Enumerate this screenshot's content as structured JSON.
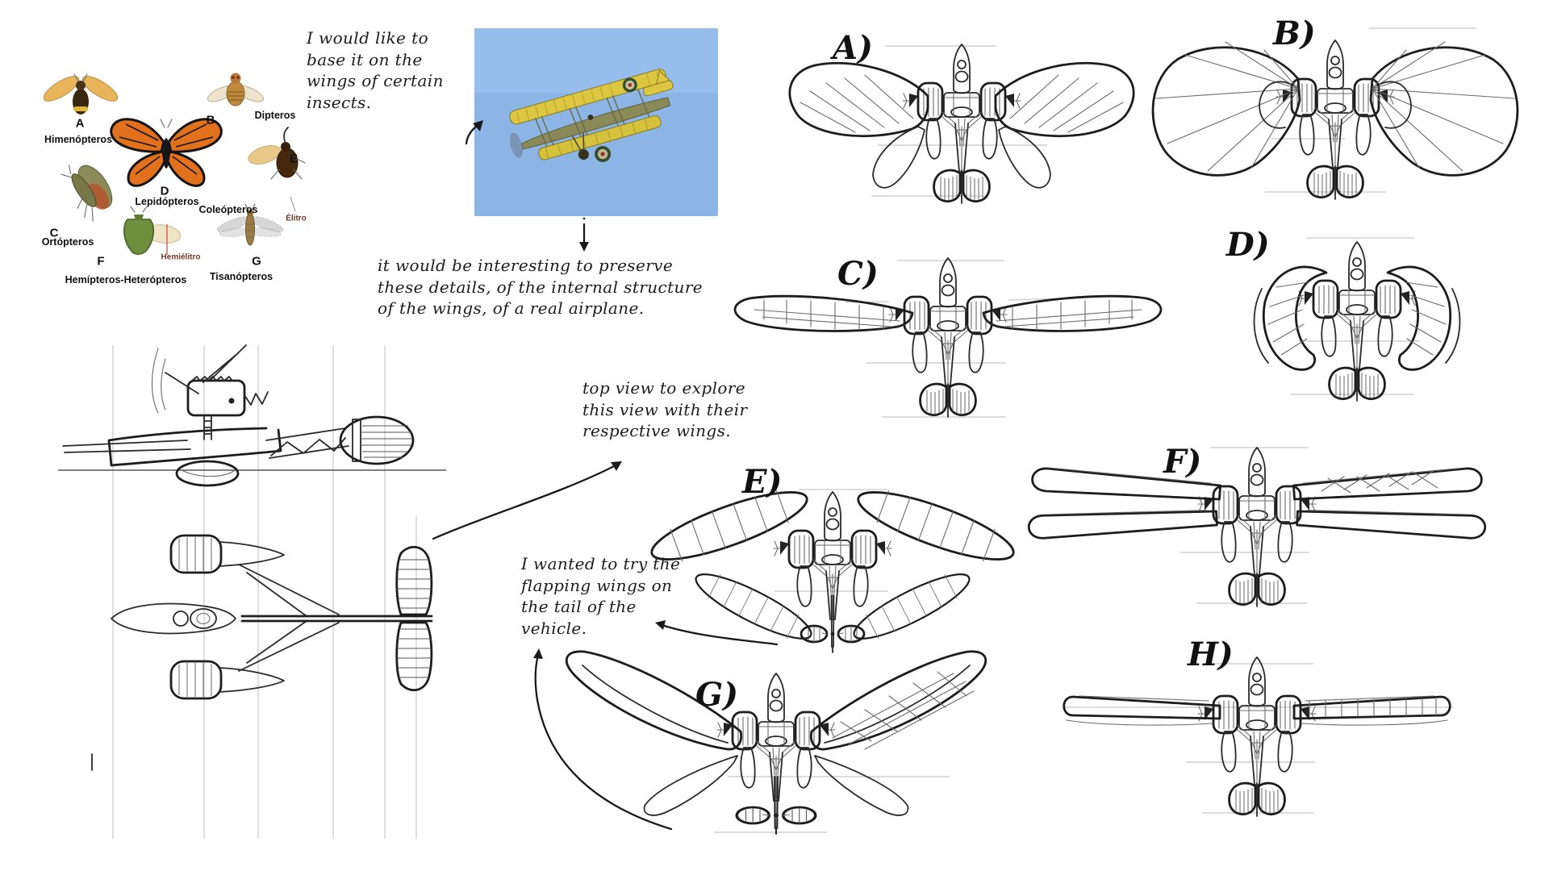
{
  "panel": {
    "background": "#ffffff",
    "border_color": "#c9c9c9"
  },
  "insect_chart": {
    "insects": [
      {
        "letter": "A",
        "name": "Himenópteros"
      },
      {
        "letter": "B",
        "name": "Dipteros"
      },
      {
        "letter": "C",
        "name": "Ortópteros"
      },
      {
        "letter": "D",
        "name": "Lepidópteros"
      },
      {
        "letter": "E",
        "name": "Coleópteros"
      },
      {
        "letter": "F",
        "name": "Hemípteros-Heterópteros"
      },
      {
        "letter": "G",
        "name": "Tisanópteros"
      }
    ],
    "detail_labels": [
      {
        "text": "Élitro"
      },
      {
        "text": "Hemiélitro"
      }
    ]
  },
  "annotations": {
    "insects_note": "I would like to\nbase it on the\nwings of certain\ninsects.",
    "airplane_note": "it would be interesting to preserve\nthese details, of the internal structure\nof the wings, of a real airplane.",
    "topview_note": "top view to explore\nthis view with their\nrespective wings.",
    "flapping_note": "I wanted to try the\nflapping wings on\nthe tail of the\nvehicle."
  },
  "photo": {
    "subject": "yellow biplane flying in a blue sky",
    "sky_color": "#8cb5e6",
    "plane_yellow": "#dcc840"
  },
  "sketches": [
    {
      "label": "A)",
      "wings": "broad butterfly-like wings"
    },
    {
      "label": "B)",
      "wings": "round fan-ribbed wings"
    },
    {
      "label": "C)",
      "wings": "single pair of slender wings"
    },
    {
      "label": "D)",
      "wings": "short folded crescent wings"
    },
    {
      "label": "E)",
      "wings": "four oval wings, tail flappers"
    },
    {
      "label": "F)",
      "wings": "four long straight wings"
    },
    {
      "label": "G)",
      "wings": "swept-up wings, tail flappers"
    },
    {
      "label": "H)",
      "wings": "long plank wings"
    }
  ]
}
